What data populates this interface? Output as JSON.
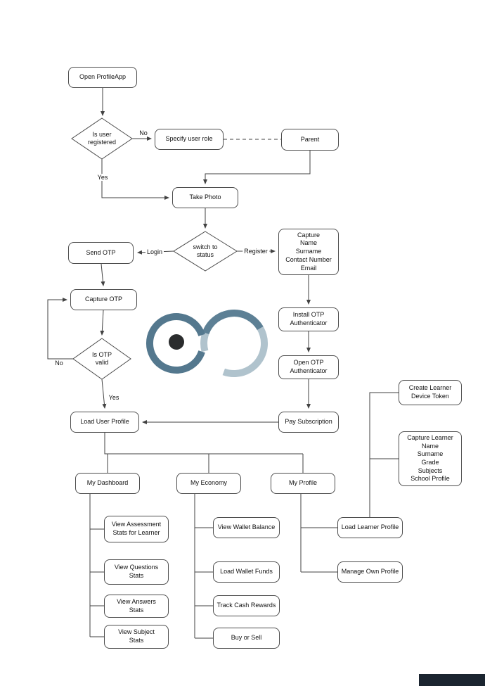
{
  "diagram": {
    "nodes": {
      "open_profileapp": "Open ProfileApp",
      "is_user_registered": "Is user\nregistered",
      "specify_user_role": "Specify user role",
      "parent": "Parent",
      "take_photo": "Take Photo",
      "switch_to_status": "switch to\nstatus",
      "send_otp": "Send OTP",
      "capture_details": "Capture\nName\nSurname\nContact Number\nEmail",
      "capture_otp": "Capture OTP",
      "is_otp_valid": "Is OTP\nvalid",
      "install_otp_authenticator": "Install OTP\nAuthenticator",
      "open_otp_authenticator": "Open OTP\nAuthenticator",
      "load_user_profile": "Load User Profile",
      "pay_subscription": "Pay Subscription",
      "my_dashboard": "My Dashboard",
      "my_economy": "My Economy",
      "my_profile": "My Profile",
      "view_assessment_stats": "View Assessment\nStats for Learner",
      "view_questions_stats": "View Questions\nStats",
      "view_answers_stats": "View Answers\nStats",
      "view_subject_stats": "View Subject\nStats",
      "view_wallet_balance": "View Wallet Balance",
      "load_wallet_funds": "Load Wallet Funds",
      "track_cash_rewards": "Track Cash Rewards",
      "buy_or_sell": "Buy or Sell",
      "load_learner_profile": "Load Learner Profile",
      "manage_own_profile": "Manage Own Profile",
      "create_learner_device_token": "Create Learner\nDevice Token",
      "capture_learner_details": "Capture Learner\nName\nSurname\nGrade\nSubjects\nSchool Profile"
    },
    "edge_labels": {
      "no_registered": "No",
      "yes_registered": "Yes",
      "login": "Login",
      "register": "Register",
      "no_otp": "No",
      "yes_otp": "Yes"
    },
    "colors": {
      "logo_dark": "#54788e",
      "logo_mid": "#5d8095",
      "logo_light": "#b0c3cd",
      "logo_dot": "#2a2c2d",
      "footer_bar": "#1b2530"
    }
  }
}
